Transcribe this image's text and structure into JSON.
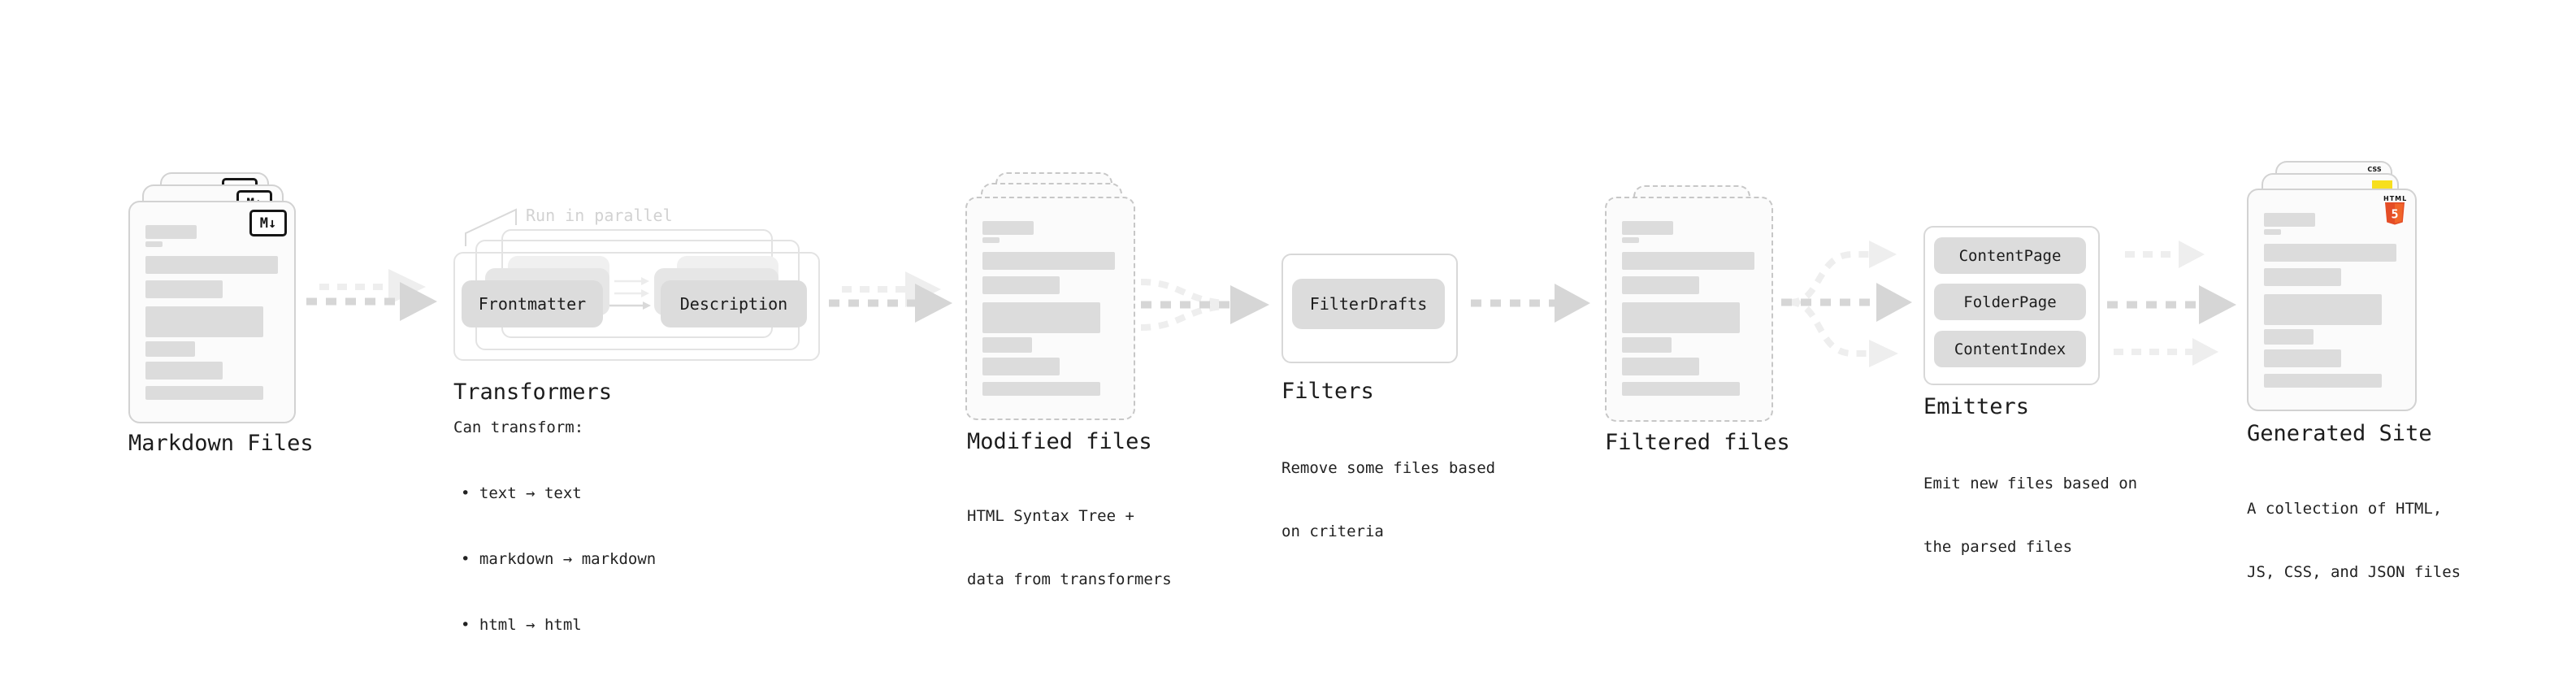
{
  "stages": {
    "markdown_files": {
      "title": "Markdown Files"
    },
    "transformers": {
      "title": "Transformers",
      "note": "Run in parallel",
      "pills": [
        "Frontmatter",
        "Description"
      ],
      "caption": "Can transform:",
      "bullets": [
        "• text → text",
        "• markdown → markdown",
        "• html → html"
      ]
    },
    "modified_files": {
      "title": "Modified files",
      "caption": [
        "HTML Syntax Tree +",
        "data from transformers"
      ]
    },
    "filters": {
      "title": "Filters",
      "pills": [
        "FilterDrafts"
      ],
      "caption": [
        "Remove some files based",
        "on criteria"
      ]
    },
    "filtered_files": {
      "title": "Filtered files"
    },
    "emitters": {
      "title": "Emitters",
      "pills": [
        "ContentPage",
        "FolderPage",
        "ContentIndex"
      ],
      "caption": [
        "Emit new files based on",
        "the parsed files"
      ]
    },
    "generated_site": {
      "title": "Generated Site",
      "caption": [
        "A collection of HTML,",
        "JS, CSS, and JSON files"
      ]
    }
  },
  "icons": {
    "markdown_badge": "M↓",
    "html5_wordmark": "HTML",
    "html5_numeral": "5",
    "css_wordmark": "CSS"
  },
  "colors": {
    "html5_orange": "#e44d26",
    "html5_orange_light": "#f16529",
    "js_yellow": "#f7df1e",
    "css_blue": "#2965f1"
  }
}
